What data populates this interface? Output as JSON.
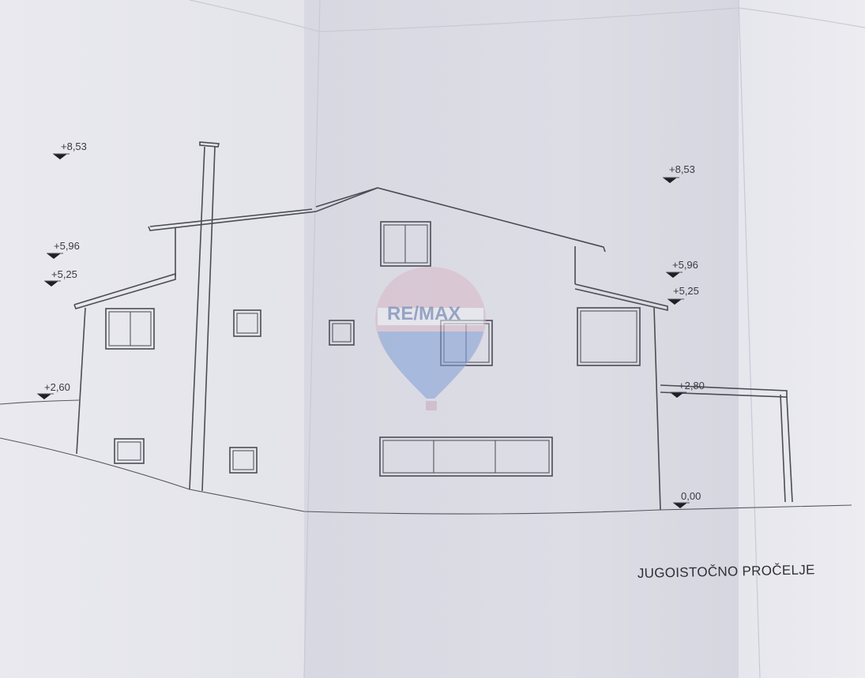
{
  "drawing": {
    "title": "JUGOISTOČNO PROČELJE",
    "watermark": "RE/MAX",
    "levels": {
      "left": [
        "+8,53",
        "+5,96",
        "+5,25",
        "+2,60"
      ],
      "right": [
        "+8,53",
        "+5,96",
        "+5,25",
        "+2,80",
        "0,00"
      ]
    }
  }
}
